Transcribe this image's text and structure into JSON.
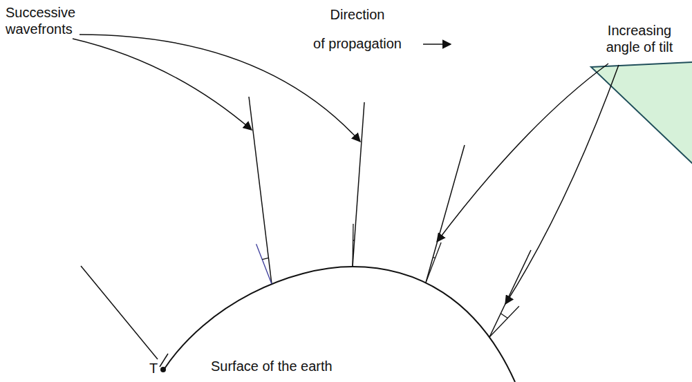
{
  "diagram": {
    "labels": [
      "Successive wavefronts",
      "Direction of propagation",
      "Increasing angle of tilt",
      "T",
      "Surface of the earth"
    ]
  }
}
